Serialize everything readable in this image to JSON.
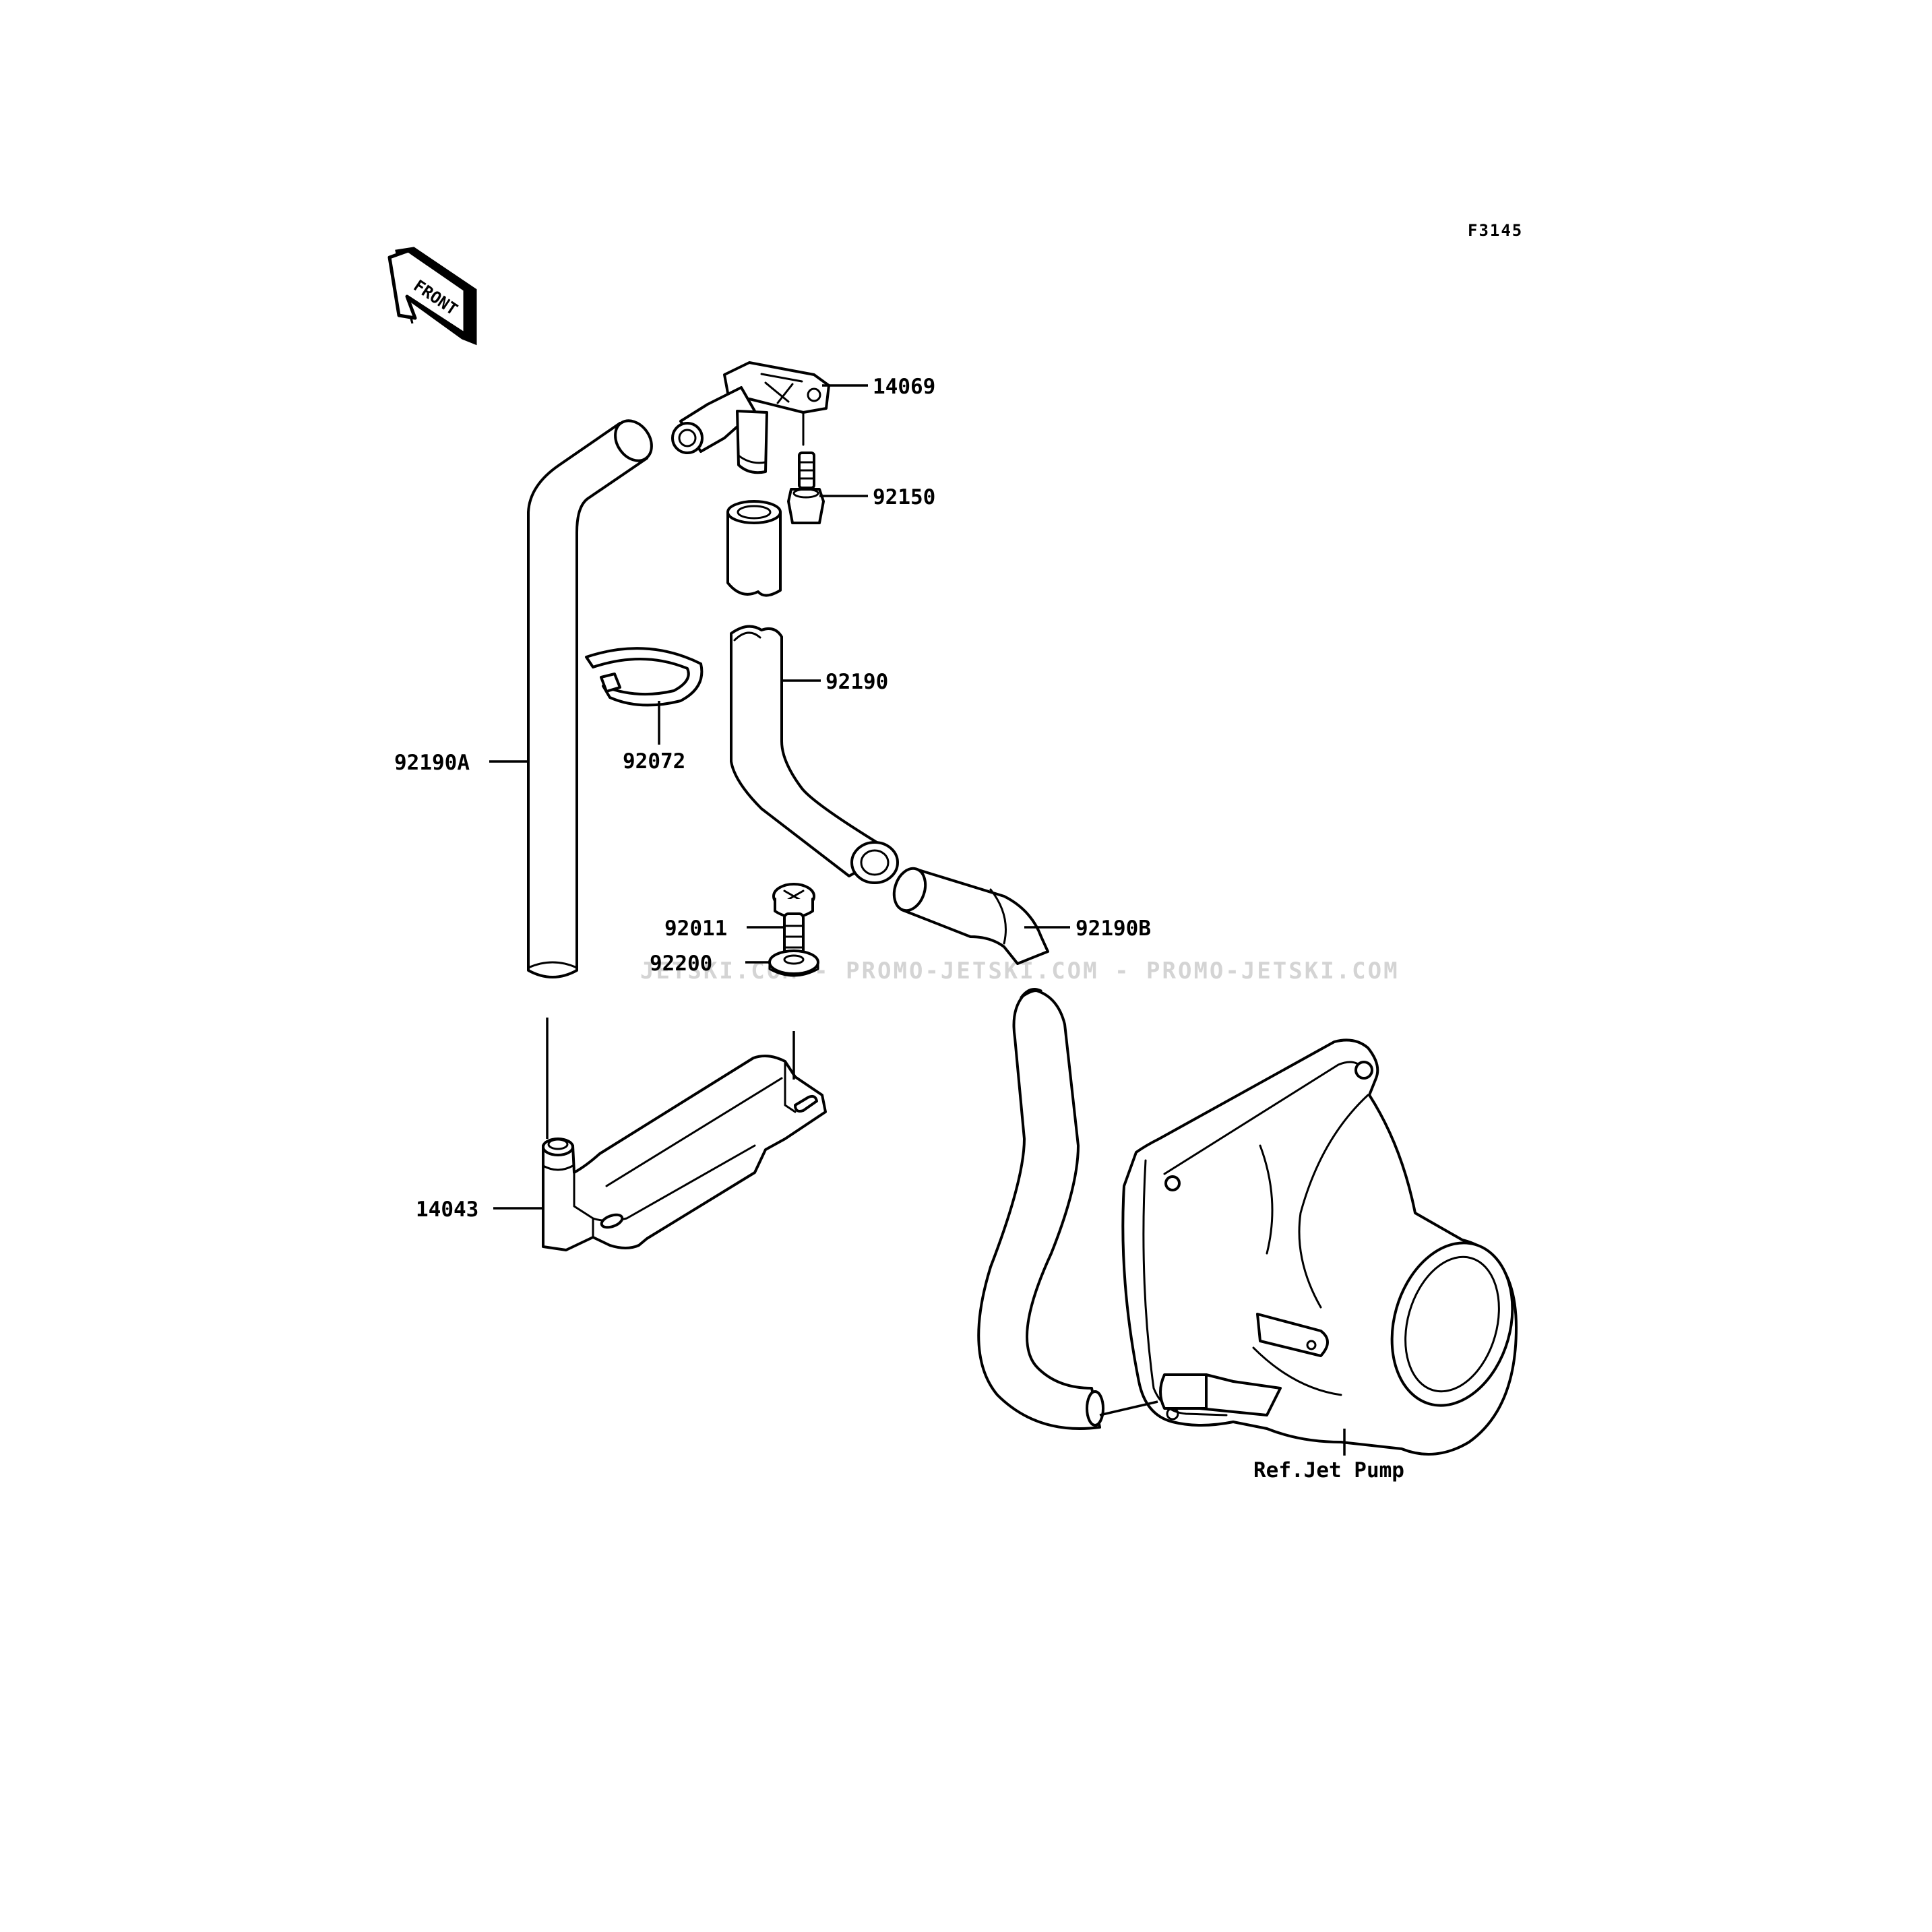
{
  "figure_code": "F3145",
  "front_marker": {
    "text": "FRONT"
  },
  "watermark": "JETSKI.COM - PROMO-JETSKI.COM - PROMO-JETSKI.COM",
  "parts": {
    "p14069": "14069",
    "p92150": "92150",
    "p92190": "92190",
    "p92072": "92072",
    "p92190A": "92190A",
    "p92011": "92011",
    "p92190B": "92190B",
    "p92200": "92200",
    "p14043": "14043"
  },
  "reference": "Ref.Jet Pump"
}
